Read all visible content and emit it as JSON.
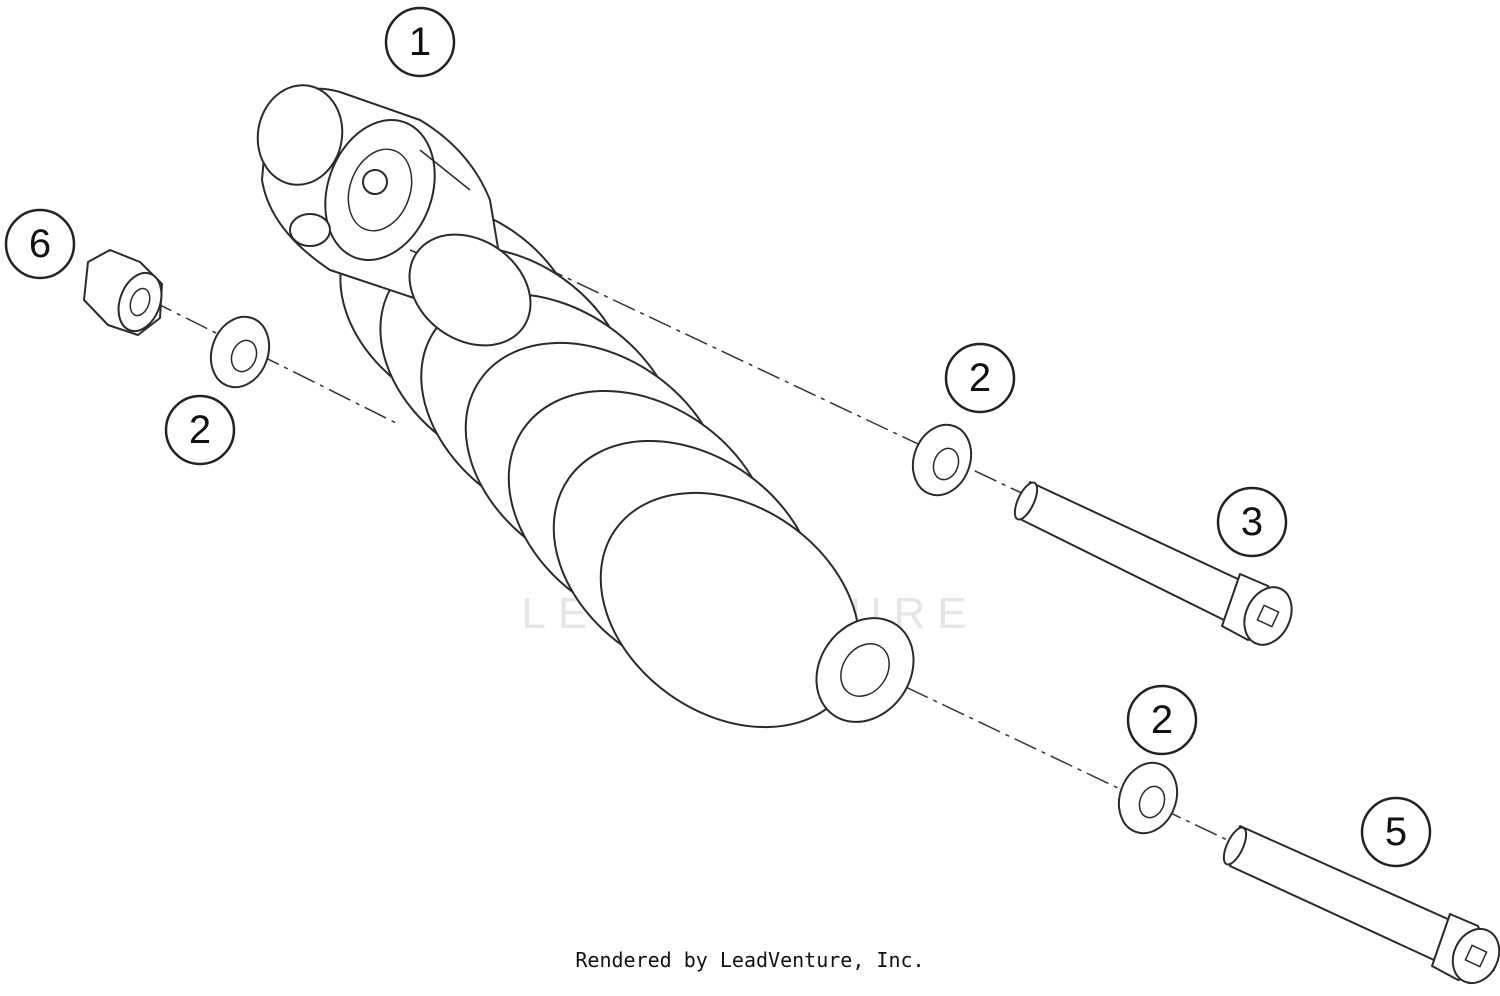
{
  "callouts": [
    {
      "id": "c1",
      "label": "1"
    },
    {
      "id": "c2a",
      "label": "2"
    },
    {
      "id": "c2b",
      "label": "2"
    },
    {
      "id": "c2c",
      "label": "2"
    },
    {
      "id": "c3",
      "label": "3"
    },
    {
      "id": "c5",
      "label": "5"
    },
    {
      "id": "c6",
      "label": "6"
    }
  ],
  "parts": {
    "shock_absorber": "1",
    "washers": "2",
    "upper_bolt": "3",
    "lower_bolt": "5",
    "nut": "6"
  },
  "watermark": "LEADVENTURE",
  "credit": "Rendered by LeadVenture, Inc."
}
